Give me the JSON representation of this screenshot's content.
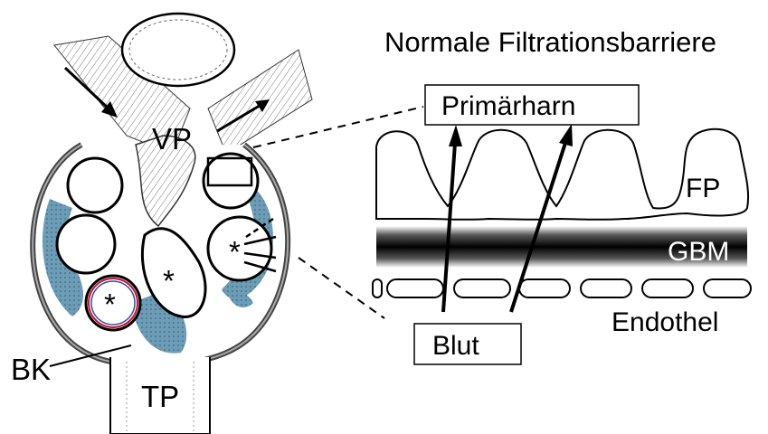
{
  "title": "Normale Filtrationsbarriere",
  "left_labels": {
    "vp": "VP",
    "bk": "BK",
    "tp": "TP",
    "asterisk": "*"
  },
  "right_labels": {
    "primaerharn": "Primärharn",
    "fp": "FP",
    "gbm": "GBM",
    "endothel": "Endothel",
    "blut": "Blut"
  },
  "colors": {
    "podocyte_blue": "#5b8fab",
    "gbm_dark": "#000000",
    "capillary_red": "#c8102e",
    "capillary_blue": "#2a4fa8",
    "line": "#000000"
  }
}
